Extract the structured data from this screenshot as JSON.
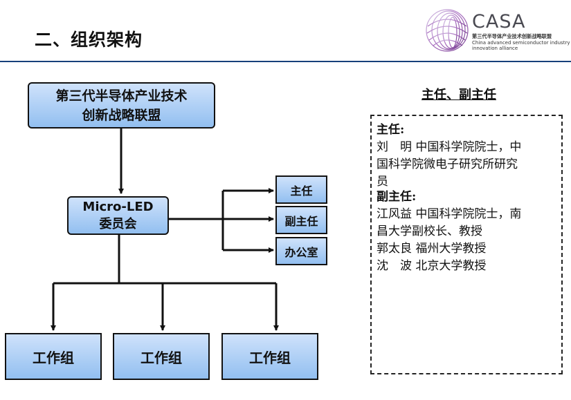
{
  "header": {
    "title": "二、组织架构"
  },
  "logo": {
    "name": "CASA",
    "cn_name": "第三代半导体产业技术创新战略联盟",
    "en_name_line1": "China advanced semiconductor industry",
    "en_name_line2": "innovation alliance"
  },
  "org_chart": {
    "alliance_line1": "第三代半导体产业技术",
    "alliance_line2": "创新战略联盟",
    "committee_line1": "Micro-LED",
    "committee_line2": "委员会",
    "roles": [
      "主任",
      "副主任",
      "办公室"
    ],
    "working_groups": [
      "工作组",
      "工作组",
      "工作组"
    ]
  },
  "leaders": {
    "heading": "主任、副主任",
    "director_label": "主任:",
    "director_lines": [
      "刘　明 中国科学院院士，中",
      "国科学院微电子研究所研究",
      "员"
    ],
    "deputy_label": "副主任:",
    "deputy_lines": [
      "江风益 中国科学院院士，南",
      "昌大学副校长、教授",
      "郭太良 福州大学教授",
      "沈　波 北京大学教授"
    ]
  },
  "colors": {
    "box_fill_top": "#cfe2fb",
    "box_fill_bottom": "#92bff0",
    "rule": "#16407a"
  }
}
